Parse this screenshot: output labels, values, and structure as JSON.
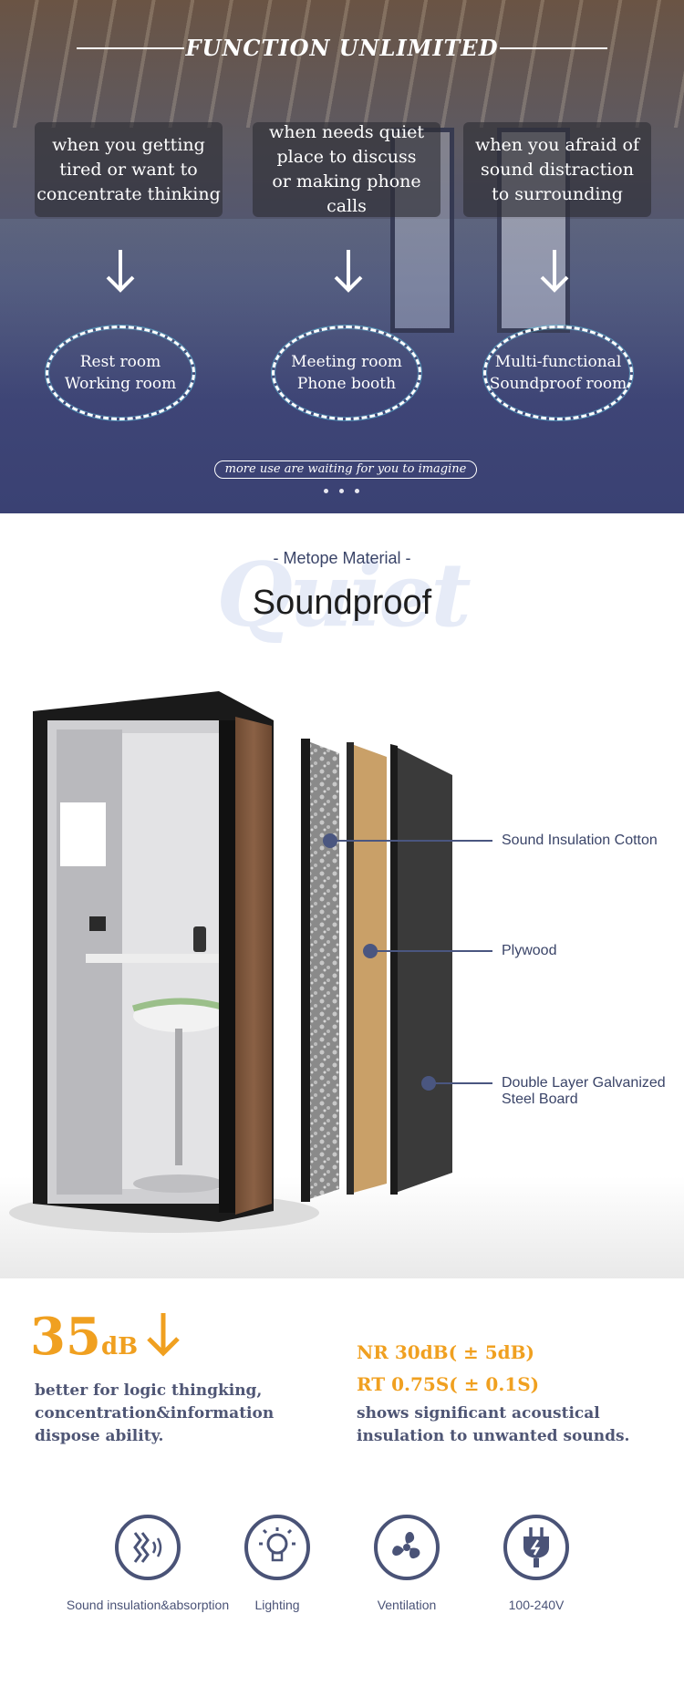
{
  "hero": {
    "title": "FUNCTION UNLIMITED",
    "cards": [
      {
        "lines": [
          "when you getting",
          "tired or want to",
          "concentrate thinking"
        ]
      },
      {
        "lines": [
          "when needs quiet",
          "place to discuss",
          "or making phone calls"
        ]
      },
      {
        "lines": [
          "when you afraid of",
          "sound distraction",
          "to surrounding"
        ]
      }
    ],
    "ellipses": [
      {
        "lines": [
          "Rest room",
          "Working room"
        ]
      },
      {
        "lines": [
          "Meeting room",
          "Phone booth"
        ]
      },
      {
        "lines": [
          "Multi-functional",
          "Soundproof room"
        ]
      }
    ],
    "tagline": "more use are waiting for you to imagine",
    "carousel": {
      "count": 3
    }
  },
  "material": {
    "watermark": "Quiet",
    "subtitle": "- Metope Material -",
    "title": "Soundproof",
    "layers": [
      {
        "label_lines": [
          "Sound Insulation Cotton"
        ]
      },
      {
        "label_lines": [
          "Plywood"
        ]
      },
      {
        "label_lines": [
          "Double Layer Galvanized",
          "Steel Board"
        ]
      }
    ]
  },
  "stats": {
    "db_value": "35",
    "db_unit": "dB",
    "db_desc": [
      "better for logic thingking,",
      "concentration&information",
      "dispose ability."
    ],
    "nr": "NR 30dB( ± 5dB)",
    "rt": "RT 0.75S( ± 0.1S)",
    "acoustic_desc": [
      "shows significant acoustical",
      "insulation to unwanted sounds."
    ],
    "accent_color": "#f0a020",
    "text_color": "#4f5675"
  },
  "features": [
    {
      "label": "Sound insulation&absorption",
      "icon": "sound-insulation-icon"
    },
    {
      "label": "Lighting",
      "icon": "light-bulb-icon"
    },
    {
      "label": "Ventilation",
      "icon": "fan-icon"
    },
    {
      "label": "100-240V",
      "icon": "power-plug-icon"
    }
  ]
}
